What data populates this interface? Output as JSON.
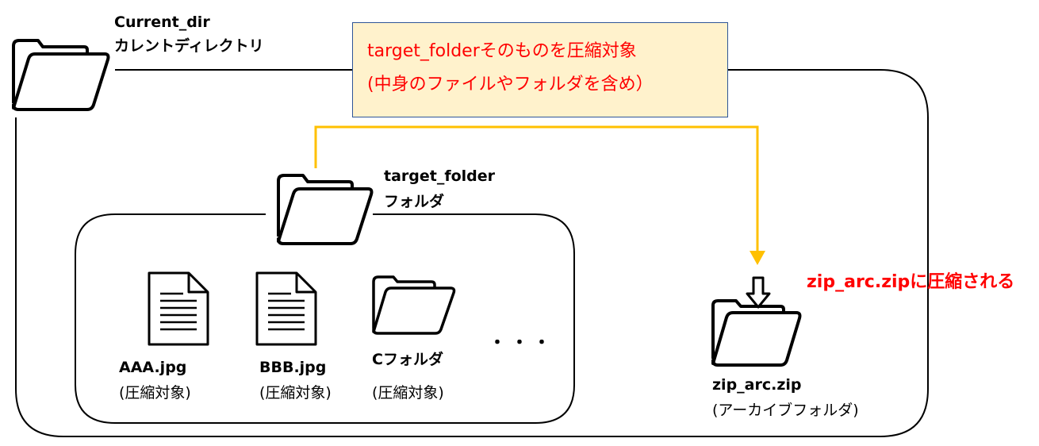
{
  "current_dir": {
    "name": "Current_dir",
    "desc": "カレントディレクトリ"
  },
  "callout": {
    "line1": "target_folderそのものを圧縮対象",
    "line2": "(中身のファイルやフォルダを含め）"
  },
  "target_folder": {
    "name": "target_folder",
    "desc": "フォルダ"
  },
  "items": [
    {
      "name": "AAA.jpg",
      "note": "(圧縮対象)"
    },
    {
      "name": "BBB.jpg",
      "note": "(圧縮対象)"
    },
    {
      "name": "Cフォルダ",
      "note": "(圧縮対象)"
    }
  ],
  "ellipsis": "・・・",
  "archive": {
    "name": "zip_arc.zip",
    "desc": "(アーカイブフォルダ)"
  },
  "result_label": "zip_arc.zipに圧縮される",
  "colors": {
    "arrow": "#ffc000",
    "callout_fill": "#fff2cc",
    "callout_border": "#2f5597",
    "emphasis": "#ff0000"
  }
}
